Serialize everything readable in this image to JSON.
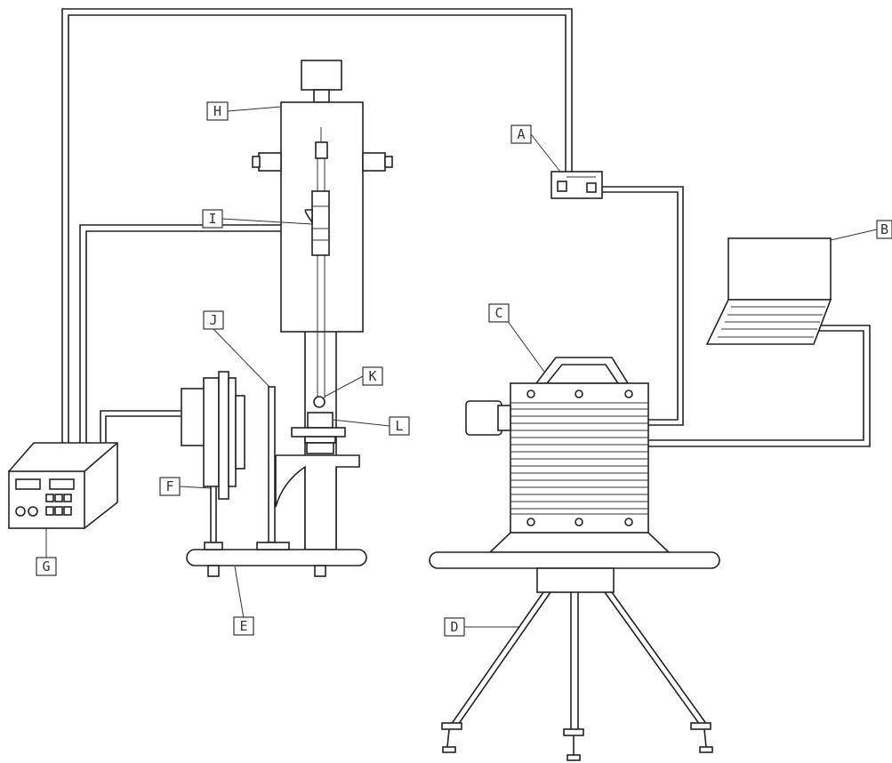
{
  "labels": {
    "A": "A",
    "B": "B",
    "C": "C",
    "D": "D",
    "E": "E",
    "F": "F",
    "G": "G",
    "H": "H",
    "I": "I",
    "J": "J",
    "K": "K",
    "L": "L"
  },
  "colors": {
    "line": "#222222",
    "background": "#ffffff"
  }
}
